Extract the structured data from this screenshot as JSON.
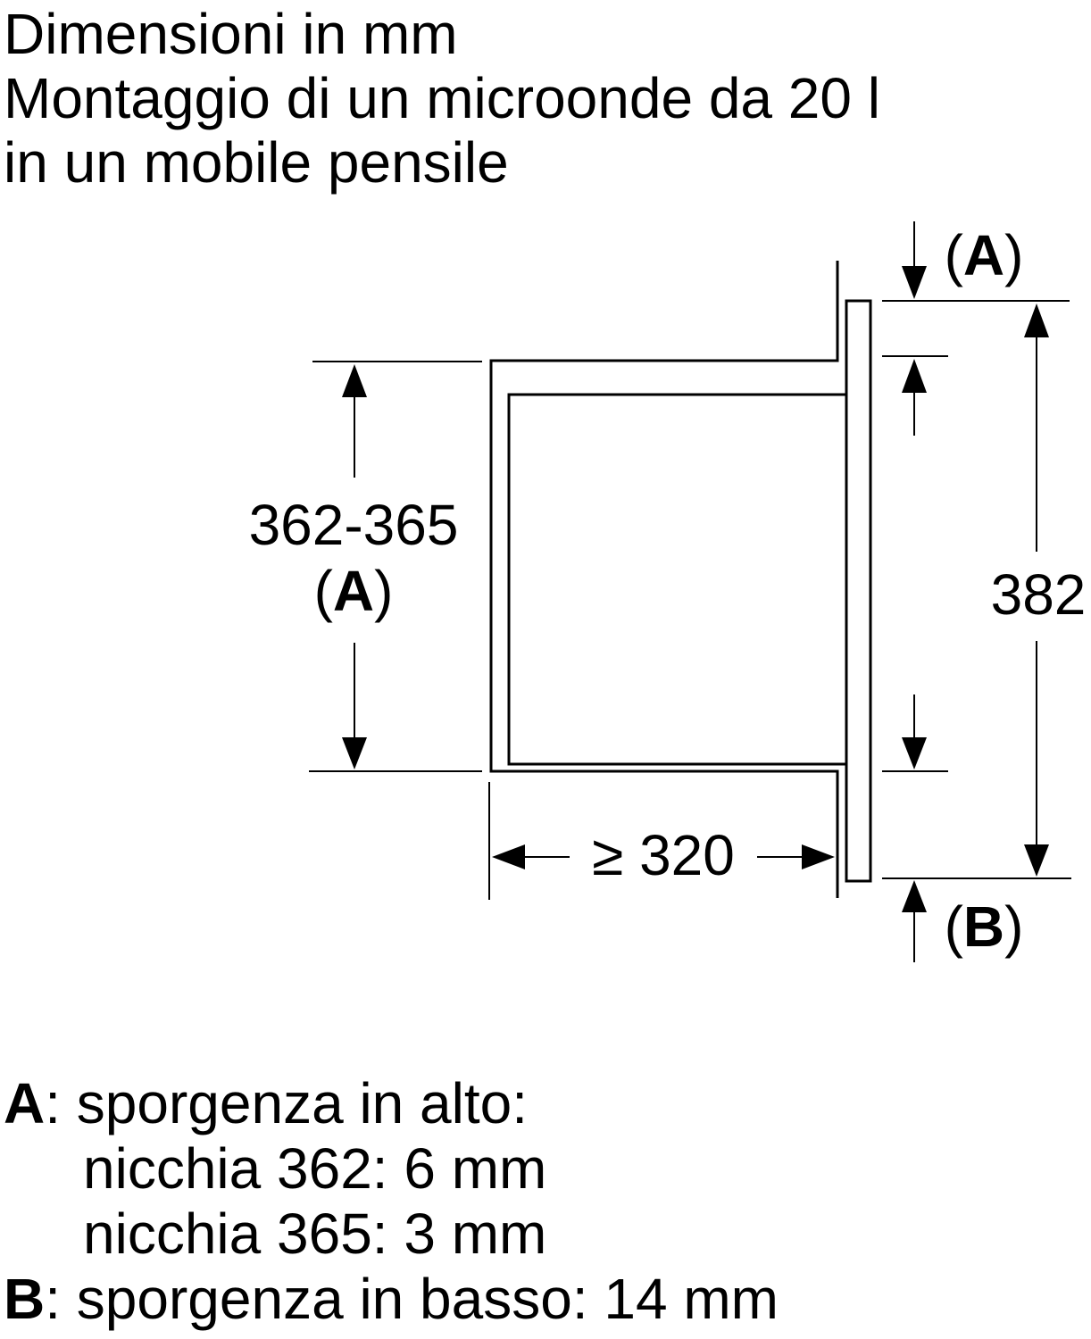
{
  "title": {
    "line1": "Dimensioni in mm",
    "line2": "Montaggio di un microonde da 20 l",
    "line3": "in un mobile pensile"
  },
  "dimensions": {
    "niche_height": "362-365",
    "niche_height_ref": "A",
    "depth": "≥ 320",
    "total_height": "382",
    "top_ref": "A",
    "bottom_ref": "B"
  },
  "legend": {
    "a_key": "A",
    "a_text": ": sporgenza in alto:",
    "a_line2": "nicchia 362: 6 mm",
    "a_line3": "nicchia 365: 3 mm",
    "b_key": "B",
    "b_text": ": sporgenza in basso: 14 mm"
  }
}
